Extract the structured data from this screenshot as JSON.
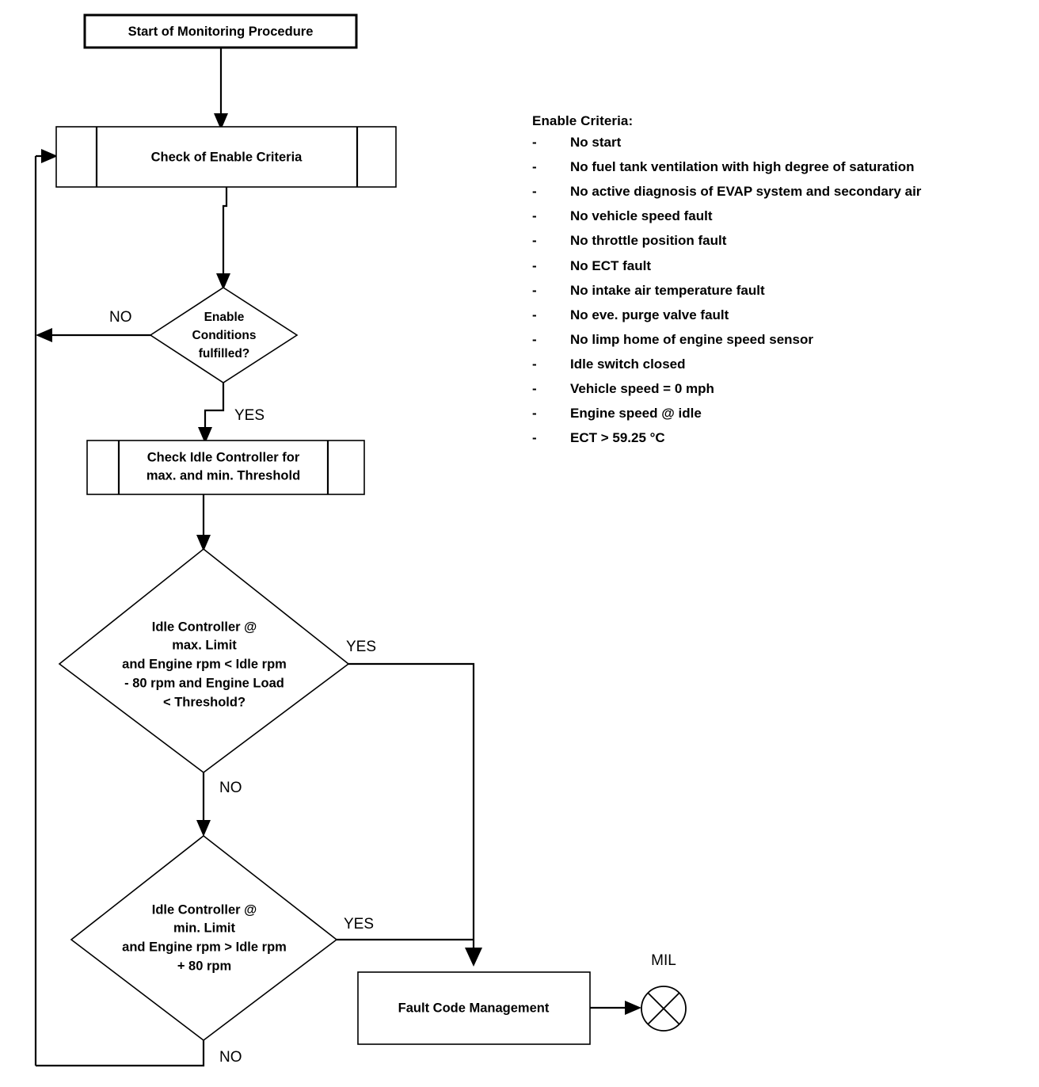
{
  "diagram": {
    "title": "OBD Idle Controller Monitoring Procedure Flowchart",
    "nodes": {
      "start": "Start of Monitoring Procedure",
      "check_enable": "Check of Enable Criteria",
      "enable_decision_line1": "Enable",
      "enable_decision_line2": "Conditions",
      "enable_decision_line3": "fulfilled?",
      "check_idle_line1": "Check Idle Controller for",
      "check_idle_line2": "max. and min. Threshold",
      "max_decision_line1": "Idle Controller @",
      "max_decision_line2": "max. Limit",
      "max_decision_line3": "and Engine rpm < Idle rpm",
      "max_decision_line4": "- 80 rpm and Engine Load",
      "max_decision_line5": "< Threshold?",
      "min_decision_line1": "Idle Controller @",
      "min_decision_line2": "min. Limit",
      "min_decision_line3": "and Engine rpm > Idle rpm",
      "min_decision_line4": "+ 80 rpm",
      "fault_code": "Fault Code Management",
      "mil": "MIL"
    },
    "branch_labels": {
      "enable_no": "NO",
      "enable_yes": "YES",
      "max_yes": "YES",
      "max_no": "NO",
      "min_yes": "YES",
      "min_no": "NO"
    },
    "colors": {
      "stroke": "#000000",
      "fill": "#ffffff",
      "text": "#000000"
    }
  },
  "criteria": {
    "title": "Enable Criteria:",
    "bullet": "-",
    "items": [
      "No start",
      "No fuel tank ventilation with high degree of saturation",
      "No active diagnosis of EVAP system and secondary air",
      "No vehicle speed fault",
      "No throttle position fault",
      "No ECT fault",
      "No intake air temperature fault",
      "No eve. purge valve fault",
      "No limp home of engine speed sensor",
      "Idle switch closed",
      "Vehicle speed = 0 mph",
      "Engine speed @ idle",
      "ECT > 59.25 °C"
    ]
  }
}
